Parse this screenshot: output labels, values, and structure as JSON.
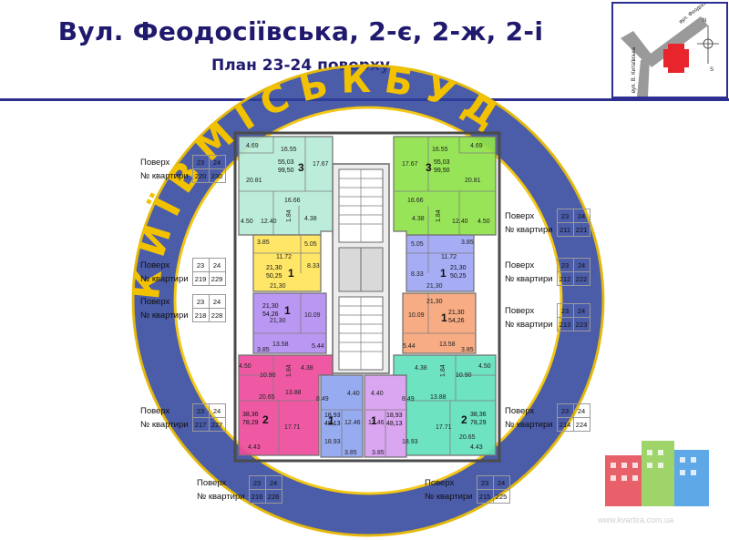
{
  "header": {
    "title": "Вул. Феодосіївська, 2-є, 2-ж, 2-і",
    "subtitle": "План 23-24 поверху"
  },
  "location_map": {
    "street_1": "вул. Феодосійська",
    "street_2": "вул. В. Китаївська",
    "north": "N",
    "south": "S"
  },
  "watermark": {
    "text": "КИЇВМІСЬКБУД",
    "site": "www.kvartira.com.ua"
  },
  "labels": {
    "floor": "Поверх",
    "apartment_no": "№ квартири"
  },
  "legends": [
    {
      "floors": [
        "23",
        "24"
      ],
      "apartments": [
        "220",
        "230"
      ]
    },
    {
      "floors": [
        "23",
        "24"
      ],
      "apartments": [
        "219",
        "229"
      ]
    },
    {
      "floors": [
        "23",
        "24"
      ],
      "apartments": [
        "218",
        "228"
      ]
    },
    {
      "floors": [
        "23",
        "24"
      ],
      "apartments": [
        "217",
        "227"
      ]
    },
    {
      "floors": [
        "23",
        "24"
      ],
      "apartments": [
        "216",
        "226"
      ]
    },
    {
      "floors": [
        "23",
        "24"
      ],
      "apartments": [
        "215",
        "225"
      ]
    },
    {
      "floors": [
        "23",
        "24"
      ],
      "apartments": [
        "214",
        "224"
      ]
    },
    {
      "floors": [
        "23",
        "24"
      ],
      "apartments": [
        "213",
        "223"
      ]
    },
    {
      "floors": [
        "23",
        "24"
      ],
      "apartments": [
        "212",
        "222"
      ]
    },
    {
      "floors": [
        "23",
        "24"
      ],
      "apartments": [
        "211",
        "221"
      ]
    }
  ],
  "apartments": [
    {
      "rooms": "3",
      "living": "55,03",
      "total": "99,50",
      "color": "#b6ecd8",
      "rooms_areas": [
        "4.69",
        "16.55",
        "17.67",
        "20.81",
        "16.66",
        "4.50",
        "12.40",
        "1.84",
        "4.38"
      ]
    },
    {
      "rooms": "1",
      "living": "21,30",
      "total": "50,25",
      "color": "#ffe45a",
      "rooms_areas": [
        "3.85",
        "11.72",
        "5.05",
        "8.33",
        "21,30"
      ]
    },
    {
      "rooms": "1",
      "living": "21,30",
      "total": "54,26",
      "color": "#b48ef2",
      "rooms_areas": [
        "21,30",
        "10.09",
        "13.58",
        "3.85",
        "5.44"
      ]
    },
    {
      "rooms": "2",
      "living": "38,36",
      "total": "78,29",
      "color": "#ee4b9c",
      "rooms_areas": [
        "4.50",
        "10.90",
        "1.84",
        "4.38",
        "20.65",
        "13.88",
        "17.71",
        "4.43"
      ]
    },
    {
      "rooms": "1",
      "living": "18,93",
      "total": "48,13",
      "color": "#8ea4f0",
      "rooms_areas": [
        "8.49",
        "4.40",
        "12.46",
        "18.93",
        "3.85"
      ]
    },
    {
      "rooms": "1",
      "living": "18,93",
      "total": "48,13",
      "color": "#d79df0",
      "rooms_areas": [
        "4.40",
        "8.49",
        "12.46",
        "18.93",
        "3.85"
      ]
    },
    {
      "rooms": "2",
      "living": "38,36",
      "total": "78,29",
      "color": "#62e1bd",
      "rooms_areas": [
        "4.38",
        "1.84",
        "4.50",
        "10.90",
        "13.88",
        "20.65",
        "17.71",
        "4.43"
      ]
    },
    {
      "rooms": "1",
      "living": "21,30",
      "total": "54,26",
      "color": "#f6a57a",
      "rooms_areas": [
        "21,30",
        "10.09",
        "13.58",
        "5.44",
        "3.85"
      ]
    },
    {
      "rooms": "1",
      "living": "21,30",
      "total": "50,25",
      "color": "#9ea6f4",
      "rooms_areas": [
        "5.05",
        "3.85",
        "11.72",
        "8.33",
        "21,30"
      ]
    },
    {
      "rooms": "3",
      "living": "55,03",
      "total": "99,50",
      "color": "#8fe24a",
      "rooms_areas": [
        "16.55",
        "4.69",
        "17.67",
        "20.81",
        "16.66",
        "4.38",
        "1.84",
        "12.40",
        "4.50"
      ]
    }
  ]
}
